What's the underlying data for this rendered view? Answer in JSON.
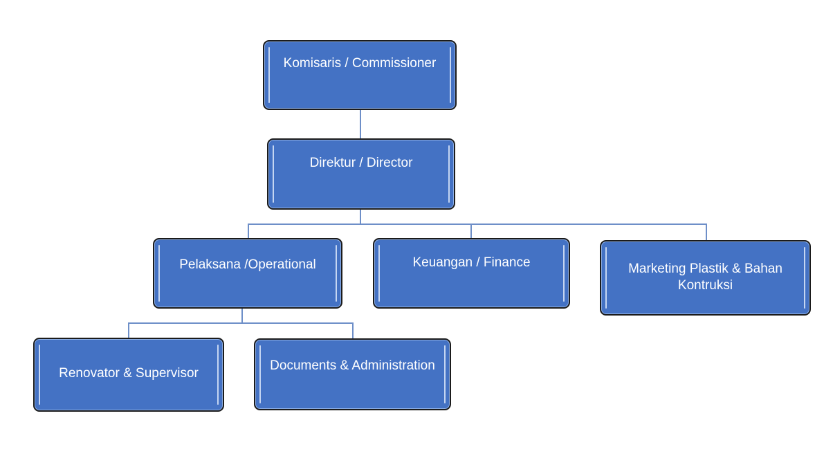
{
  "org_chart": {
    "nodes": {
      "komisaris": "Komisaris / Commissioner",
      "direktur": "Direktur / Director",
      "pelaksana": "Pelaksana /Operational",
      "keuangan": "Keuangan / Finance",
      "marketing": "Marketing Plastik & Bahan Kontruksi",
      "renovator": "Renovator  & Supervisor",
      "documents": "Documents & Administration"
    },
    "edges": [
      [
        "komisaris",
        "direktur"
      ],
      [
        "direktur",
        "pelaksana"
      ],
      [
        "direktur",
        "keuangan"
      ],
      [
        "direktur",
        "marketing"
      ],
      [
        "pelaksana",
        "renovator"
      ],
      [
        "pelaksana",
        "documents"
      ]
    ],
    "colors": {
      "box_fill": "#4472c4",
      "box_border": "#1b1b1b",
      "connector": "#6e8fc8",
      "text": "#ffffff"
    }
  }
}
